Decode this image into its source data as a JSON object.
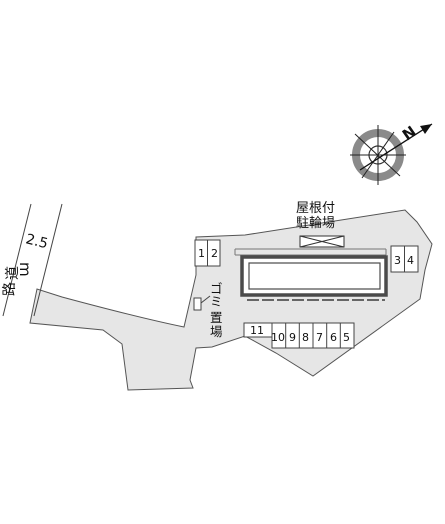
{
  "map": {
    "road_width": "2.5",
    "road_width_unit": "m",
    "road_chars": [
      "道",
      "路"
    ],
    "bike_parking": [
      "屋根付",
      "駐輪場"
    ],
    "garbage_chars": [
      "ゴ",
      "ミ",
      "置",
      "場"
    ],
    "compass_label": "N",
    "parking_spaces": {
      "top_left": [
        "1",
        "2"
      ],
      "right": [
        "3",
        "4"
      ],
      "bottom_wide": "11",
      "bottom_row": [
        "10",
        "9",
        "8",
        "7",
        "6",
        "5"
      ]
    }
  },
  "colors": {
    "lot": "#e6e6e6",
    "outline": "#555555",
    "building_stroke": "#4a4a4a",
    "compass_ring": "#8a8a8a"
  }
}
